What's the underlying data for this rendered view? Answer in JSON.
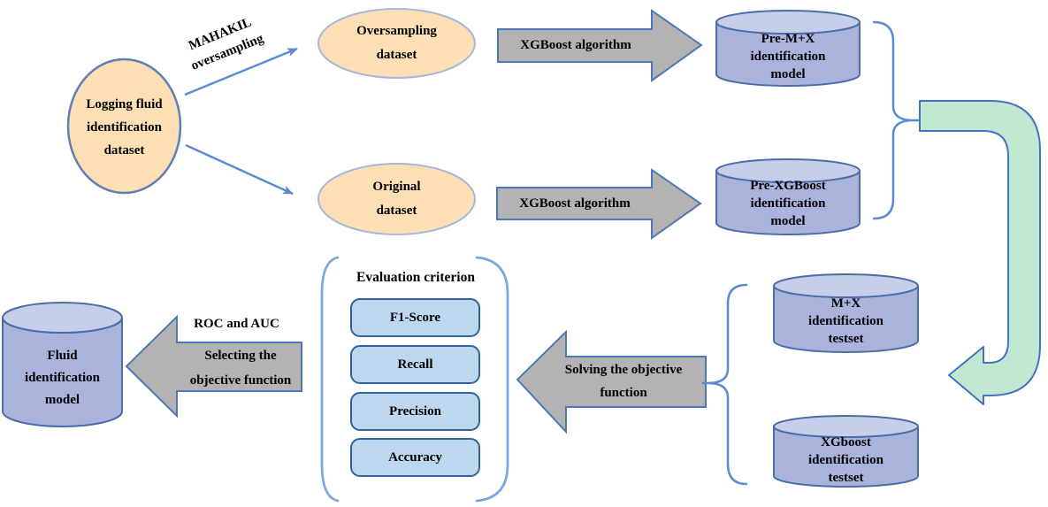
{
  "colors": {
    "peach_fill": "#FCDFB5",
    "peach_border_dark": "#5E7EB6",
    "peach_border_light": "#A6B5DA",
    "cylinder_body": "#A9B3DB",
    "cylinder_top": "#C7CEE9",
    "cylinder_border": "#4A6DA7",
    "block_fill": "#B3B3B3",
    "block_border": "#4D78B6",
    "criteria_fill": "#BDD7EE",
    "criteria_border": "#31639C",
    "green_fill": "#C3E8D2",
    "green_border": "#4472C4",
    "connector": "#5B8BD5",
    "brace": "#5B8BD5",
    "paren": "#7CA6DF",
    "text": "#000000"
  },
  "nodes": {
    "logging_dataset": {
      "lines": [
        "Logging fluid",
        "identification",
        "dataset"
      ]
    },
    "mahakil_label": {
      "lines": [
        "MAHAKIL",
        "oversampling"
      ]
    },
    "oversampling_dataset": {
      "lines": [
        "Oversampling",
        "dataset"
      ]
    },
    "original_dataset": {
      "lines": [
        "Original",
        "dataset"
      ]
    },
    "xgboost_arrow_top": {
      "label": "XGBoost algorithm"
    },
    "xgboost_arrow_bottom": {
      "label": "XGBoost algorithm"
    },
    "pre_mx_model": {
      "lines": [
        "Pre-M+X",
        "identification",
        "model"
      ]
    },
    "pre_xgboost_model": {
      "lines": [
        "Pre-XGBoost",
        "identification",
        "model"
      ]
    },
    "mx_testset": {
      "lines": [
        "M+X",
        "identification",
        "testset"
      ]
    },
    "xgboost_testset": {
      "lines": [
        "XGboost",
        "identification",
        "testset"
      ]
    },
    "solving_arrow": {
      "lines": [
        "Solving the objective",
        "function"
      ]
    },
    "evaluation": {
      "title": "Evaluation criterion",
      "criteria": [
        "F1-Score",
        "Recall",
        "Precision",
        "Accuracy"
      ]
    },
    "selecting_arrow": {
      "top_label": "ROC and AUC",
      "lines": [
        "Selecting the",
        "objective function"
      ]
    },
    "fluid_model": {
      "lines": [
        "Fluid",
        "identification",
        "model"
      ]
    }
  }
}
